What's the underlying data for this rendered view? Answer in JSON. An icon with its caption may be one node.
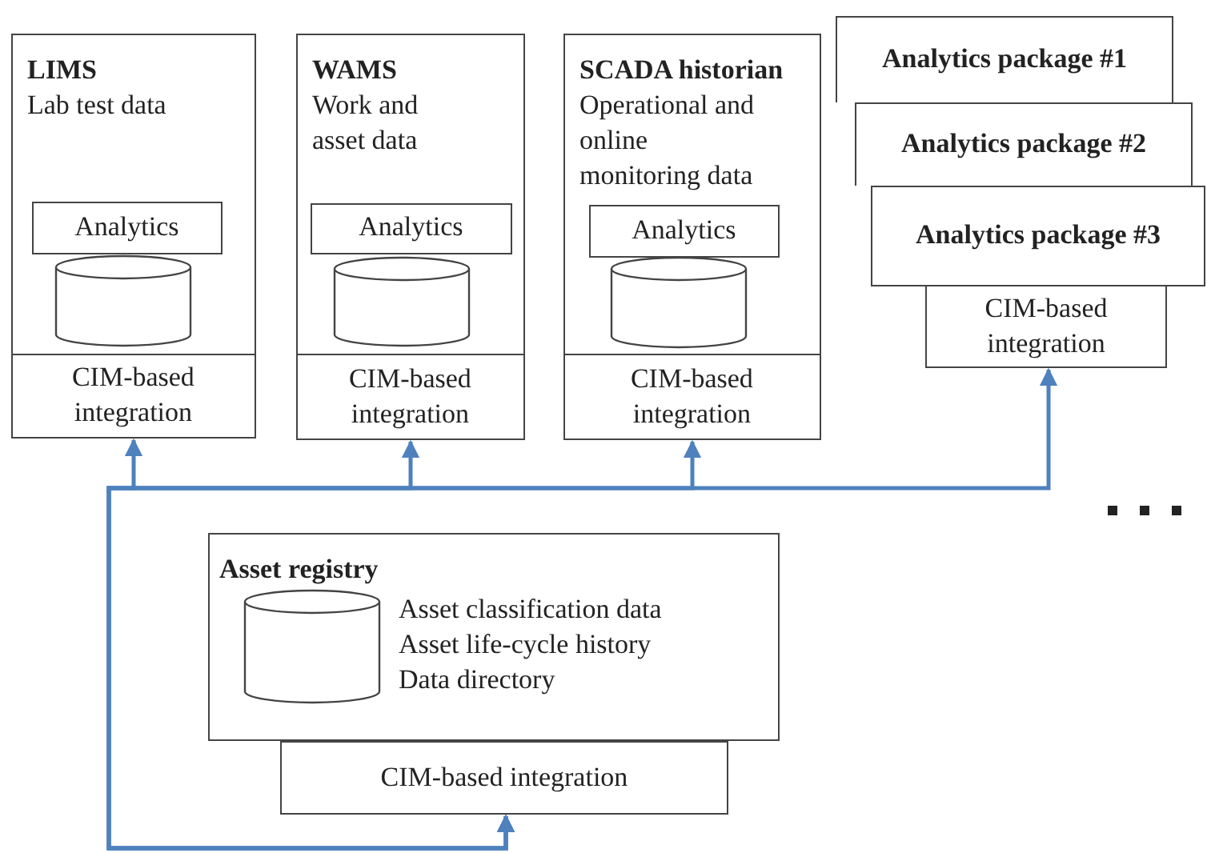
{
  "diagram": {
    "nodes": [
      {
        "text": [
          "LIMS",
          "Lab test data"
        ]
      },
      {
        "text": [
          "Analytics"
        ],
        "in": 0
      },
      {
        "text": [],
        "shape": "cylinder",
        "in": 0
      },
      {
        "text": [
          "CIM-based integration"
        ],
        "in": 0
      },
      {
        "text": [
          "WAMS",
          "Work and asset data"
        ]
      },
      {
        "text": [
          "Analytics"
        ],
        "in": 4
      },
      {
        "text": [],
        "shape": "cylinder",
        "in": 4
      },
      {
        "text": [
          "CIM-based integration"
        ],
        "in": 4
      },
      {
        "text": [
          "SCADA historian",
          "Operational and online monitoring data"
        ]
      },
      {
        "text": [
          "Analytics"
        ],
        "in": 8
      },
      {
        "text": [],
        "shape": "cylinder",
        "in": 8
      },
      {
        "text": [
          "CIM-based integration"
        ],
        "in": 8
      },
      {
        "text": [
          "Analytics package #1"
        ]
      },
      {
        "text": [
          "Analytics package #2"
        ]
      },
      {
        "text": [
          "Analytics package #3"
        ]
      },
      {
        "text": [
          "CIM-based integration"
        ]
      },
      {
        "text": [
          "Asset registry",
          "Asset classification data",
          "Asset life-cycle history",
          "Data directory"
        ]
      },
      {
        "text": [],
        "shape": "cylinder",
        "in": 16
      },
      {
        "text": [
          "CIM-based integration"
        ]
      }
    ],
    "edges": [
      {
        "from": 18,
        "to": 3,
        "arrow": "both",
        "color": "#4f81bd"
      },
      {
        "from": 18,
        "to": 7,
        "arrow": "both",
        "color": "#4f81bd"
      },
      {
        "from": 18,
        "to": 11,
        "arrow": "both",
        "color": "#4f81bd"
      },
      {
        "from": 18,
        "to": 15,
        "arrow": "both",
        "color": "#4f81bd"
      }
    ]
  }
}
